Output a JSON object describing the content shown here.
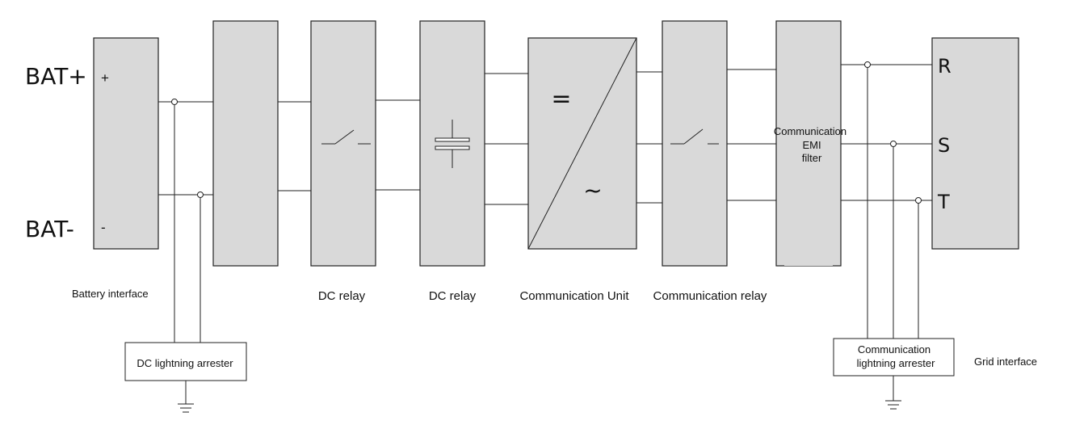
{
  "terminals": {
    "bat_plus": "BAT+",
    "bat_minus": "BAT-",
    "plus_sign": "+",
    "minus_sign": "-",
    "phase_r": "R",
    "phase_s": "S",
    "phase_t": "T"
  },
  "inverter_symbols": {
    "dc": "=",
    "ac": "~"
  },
  "labels": {
    "battery_interface": "Battery interface",
    "dc_relay_1": "DC relay",
    "dc_relay_2": "DC relay",
    "communication_unit": "Communication Unit",
    "communication_relay": "Communication relay",
    "emi_filter_line1": "Communication",
    "emi_filter_line2": "EMI",
    "emi_filter_line3": "filter",
    "dc_lightning_arrester": "DC lightning arrester",
    "comm_arrester_line1": "Communication",
    "comm_arrester_line2": "lightning arrester",
    "grid_interface": "Grid interface"
  }
}
